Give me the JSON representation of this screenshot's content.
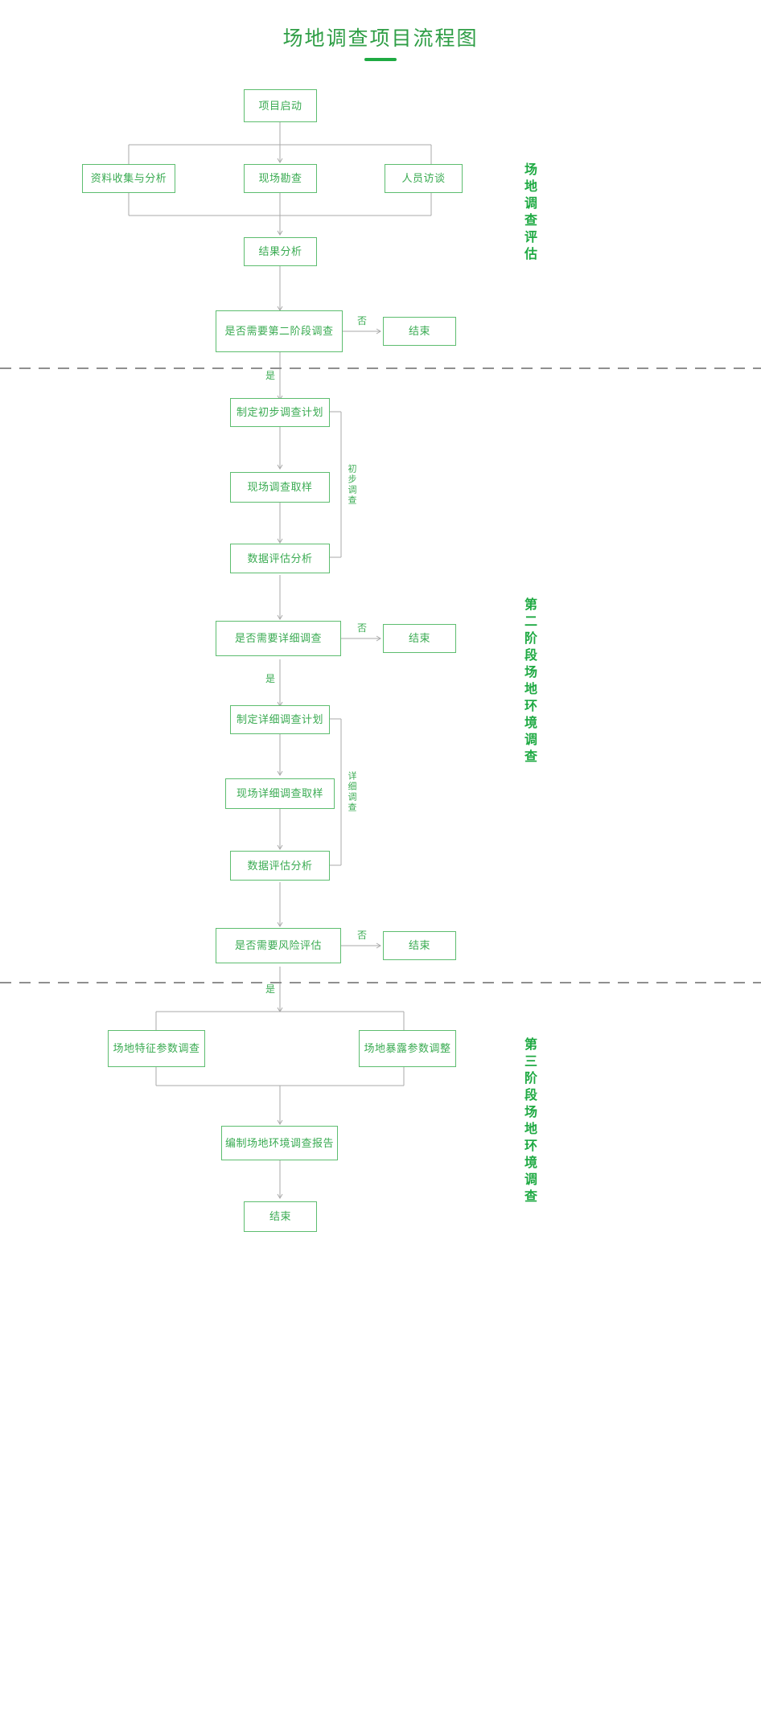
{
  "page": {
    "title": "场地调查项目流程图",
    "accent_color": "#1faa43",
    "node_border_color": "#5dbd6f",
    "wire_color": "#aaaaaa",
    "background": "#ffffff"
  },
  "stages": [
    {
      "id": "stage-1",
      "label": "场地调查评估"
    },
    {
      "id": "stage-2",
      "label": "第二阶段场地环境调查"
    },
    {
      "id": "stage-3",
      "label": "第三阶段场地环境调查"
    }
  ],
  "bracket_labels": [
    {
      "id": "preliminary",
      "label": "初步调查"
    },
    {
      "id": "detailed",
      "label": "详细调查"
    }
  ],
  "nodes": {
    "project_start": "项目启动",
    "data_collection": "资料收集与分析",
    "site_recon": "现场勘查",
    "personnel_interview": "人员访谈",
    "result_analysis": "结果分析",
    "decide_phase2": "是否需要第二阶段调查",
    "end_1": "结束",
    "plan_preliminary": "制定初步调查计划",
    "sampling_preliminary": "现场调查取样",
    "data_eval_preliminary": "数据评估分析",
    "decide_detailed": "是否需要详细调查",
    "end_2": "结束",
    "plan_detailed": "制定详细调查计划",
    "sampling_detailed": "现场详细调查取样",
    "data_eval_detailed": "数据评估分析",
    "decide_risk": "是否需要风险评估",
    "end_3": "结束",
    "site_feature_params": "场地特征参数调查",
    "site_exposure_params": "场地暴露参数调整",
    "compile_report": "编制场地环境调查报告",
    "end_final": "结束"
  },
  "edge_labels": {
    "no_1": "否",
    "yes_1": "是",
    "no_2": "否",
    "yes_2": "是",
    "no_3": "否",
    "yes_3": "是"
  }
}
